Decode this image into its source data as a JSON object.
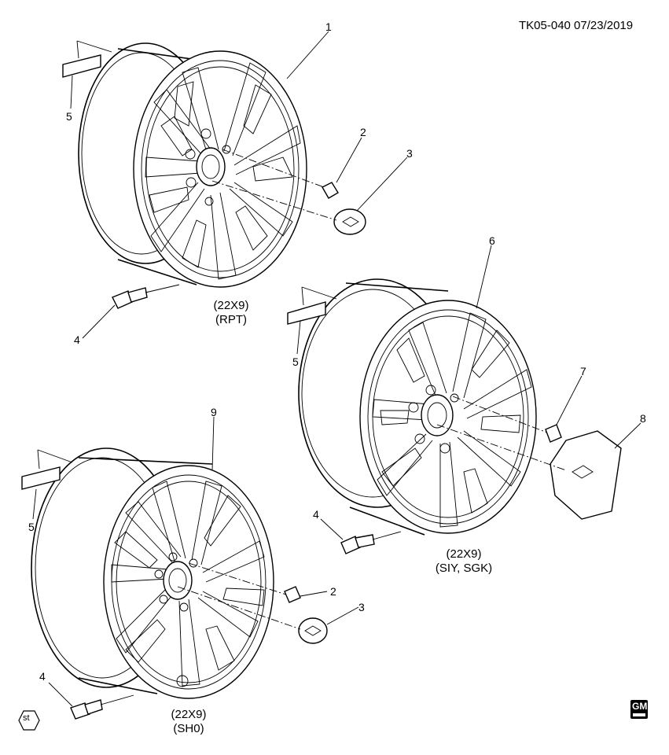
{
  "header": {
    "ref": "TK05-040  07/23/2019"
  },
  "callouts": [
    "1",
    "2",
    "3",
    "4",
    "5",
    "5",
    "6",
    "7",
    "8",
    "9",
    "2",
    "3",
    "4",
    "5",
    "4"
  ],
  "captions": {
    "rpt": {
      "size": "(22X9)",
      "code": "(RPT)"
    },
    "siy": {
      "size": "(22X9)",
      "code": "(SIY, SGK)"
    },
    "sh0": {
      "size": "(22X9)",
      "code": "(SH0)"
    }
  },
  "badges": {
    "st": "st",
    "gm": "GM"
  }
}
